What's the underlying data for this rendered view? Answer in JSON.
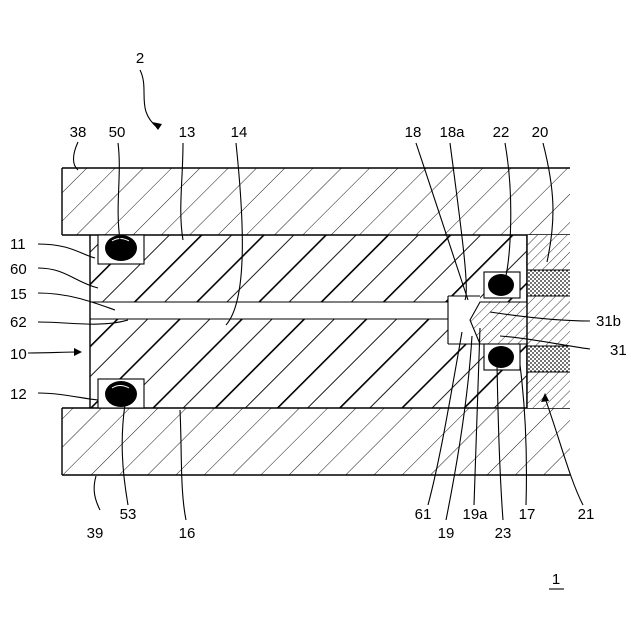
{
  "figure": {
    "labels": {
      "l2": "2",
      "l38": "38",
      "l50": "50",
      "l13": "13",
      "l14": "14",
      "l18": "18",
      "l18a": "18a",
      "l22": "22",
      "l20": "20",
      "l11": "11",
      "l60": "60",
      "l15": "15",
      "l62": "62",
      "l10": "10",
      "l12": "12",
      "l31b": "31b",
      "l31": "31",
      "l39": "39",
      "l53": "53",
      "l16": "16",
      "l61": "61",
      "l19": "19",
      "l19a": "19a",
      "l23": "23",
      "l17": "17",
      "l21": "21",
      "l1": "1"
    }
  }
}
